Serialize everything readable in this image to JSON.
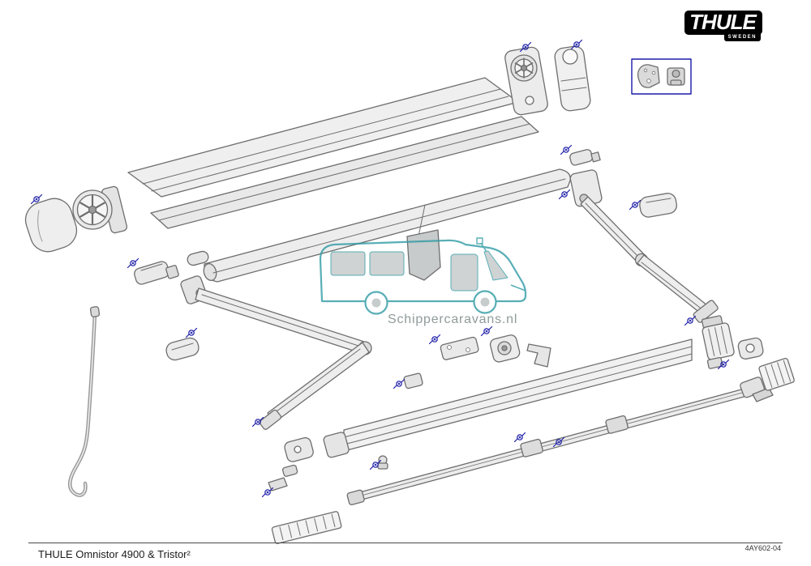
{
  "logo": {
    "brand": "THULE",
    "sub": "SWEDEN"
  },
  "watermark": {
    "text": "Schippercaravans.nl"
  },
  "footer": {
    "title": "THULE Omnistor 4900 & Tristor²",
    "part_number": "4AY602-04"
  },
  "colors": {
    "annotation_blue": "#1b1ba8",
    "watermark_teal": "#2f9aa5",
    "diagram_line_gray": "#6e6e6e",
    "logo_black": "#000000"
  }
}
